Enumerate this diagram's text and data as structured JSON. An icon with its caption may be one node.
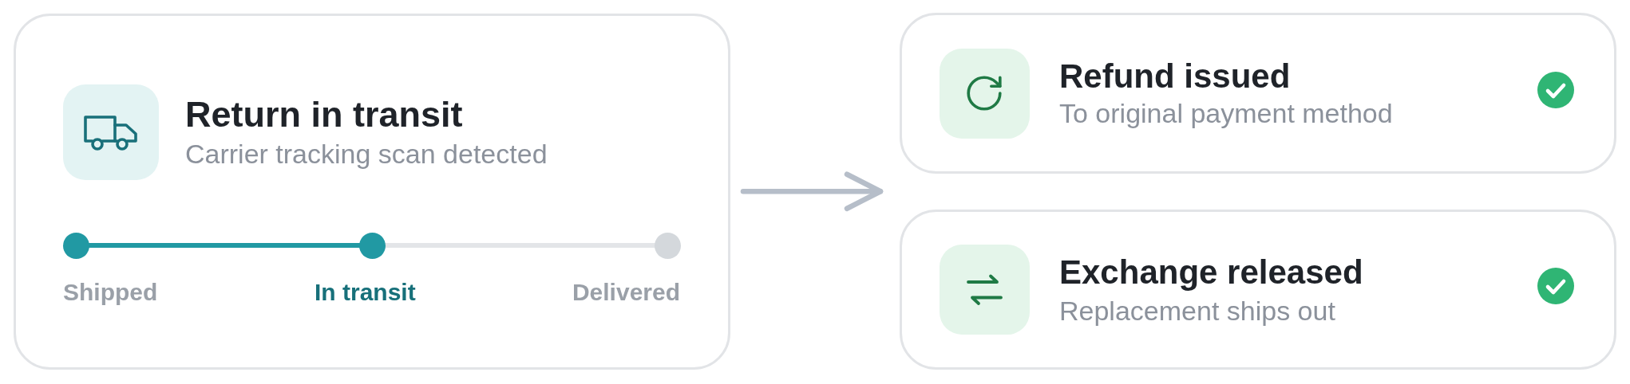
{
  "diagram": {
    "nodes": [
      {
        "text": [
          "Return in transit",
          "Carrier tracking scan detected"
        ]
      },
      {
        "text": [
          "Refund issued",
          "To original payment method"
        ]
      },
      {
        "text": [
          "Exchange released",
          "Replacement ships out"
        ]
      }
    ],
    "edges": [
      {
        "from": 0,
        "to": 1,
        "arrow": "to"
      },
      {
        "from": 0,
        "to": 2,
        "arrow": "to"
      }
    ],
    "labels": [
      "Shipped",
      "In transit",
      "Delivered"
    ]
  }
}
